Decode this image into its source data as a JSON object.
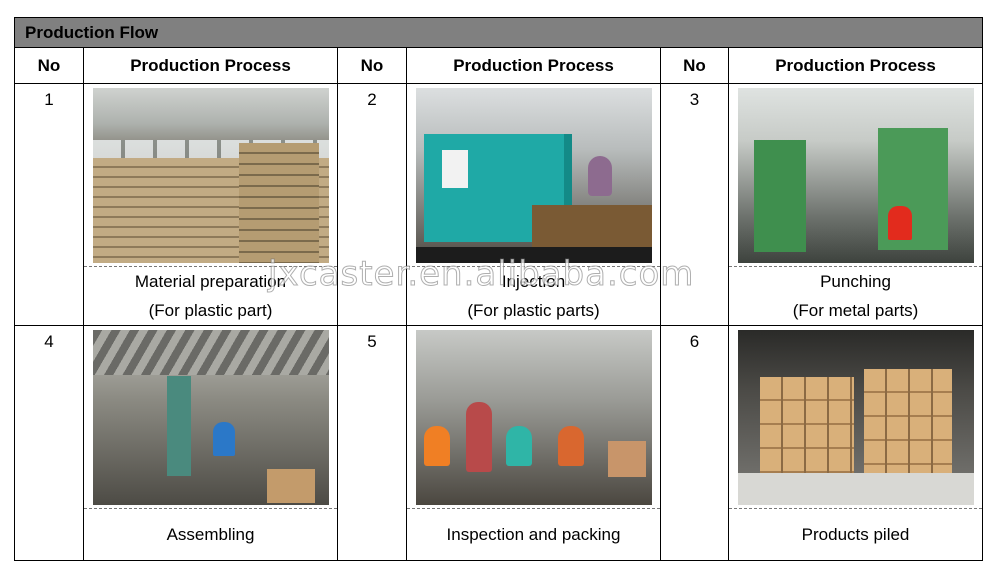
{
  "table": {
    "title": "Production Flow",
    "headers": [
      "No",
      "Production Process",
      "No",
      "Production Process",
      "No",
      "Production Process"
    ],
    "steps": [
      {
        "no": "1",
        "caption_line1": "Material preparation",
        "caption_line2": "(For plastic part)"
      },
      {
        "no": "2",
        "caption_line1": "Injection",
        "caption_line2": "(For plastic parts)"
      },
      {
        "no": "3",
        "caption_line1": "Punching",
        "caption_line2": "(For metal parts)"
      },
      {
        "no": "4",
        "caption_line1": "Assembling",
        "caption_line2": ""
      },
      {
        "no": "5",
        "caption_line1": "Inspection and packing",
        "caption_line2": ""
      },
      {
        "no": "6",
        "caption_line1": "Products piled",
        "caption_line2": ""
      }
    ]
  },
  "watermark": "jxcaster.en.alibaba.com"
}
